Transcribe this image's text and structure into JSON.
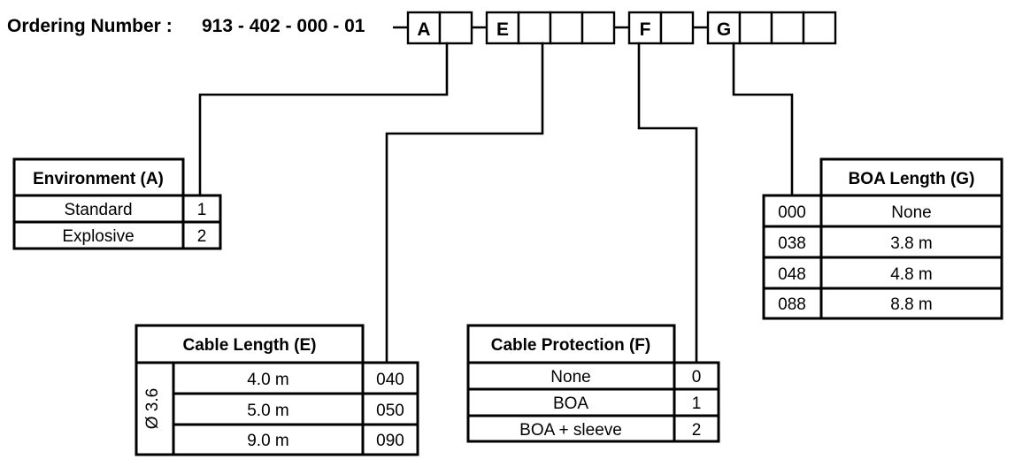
{
  "header": {
    "label": "Ordering Number :",
    "base_number": "913 - 402 - 000 - 01",
    "segments": [
      {
        "name": "A",
        "letter": "A",
        "extra_boxes": 1
      },
      {
        "name": "E",
        "letter": "E",
        "extra_boxes": 3
      },
      {
        "name": "F",
        "letter": "F",
        "extra_boxes": 1
      },
      {
        "name": "G",
        "letter": "G",
        "extra_boxes": 3
      }
    ]
  },
  "tables": {
    "environment": {
      "title": "Environment (A)",
      "code_side": "right",
      "rows": [
        {
          "label": "Standard",
          "code": "1"
        },
        {
          "label": "Explosive",
          "code": "2"
        }
      ]
    },
    "cable_length": {
      "title": "Cable Length (E)",
      "code_side": "right",
      "side_label": "Ø 3.6",
      "rows": [
        {
          "label": "4.0 m",
          "code": "040"
        },
        {
          "label": "5.0 m",
          "code": "050"
        },
        {
          "label": "9.0 m",
          "code": "090"
        }
      ]
    },
    "cable_protection": {
      "title": "Cable Protection (F)",
      "code_side": "right",
      "rows": [
        {
          "label": "None",
          "code": "0"
        },
        {
          "label": "BOA",
          "code": "1"
        },
        {
          "label": "BOA + sleeve",
          "code": "2"
        }
      ]
    },
    "boa_length": {
      "title": "BOA Length (G)",
      "code_side": "left",
      "rows": [
        {
          "code": "000",
          "label": "None"
        },
        {
          "code": "038",
          "label": "3.8 m"
        },
        {
          "code": "048",
          "label": "4.8 m"
        },
        {
          "code": "088",
          "label": "8.8 m"
        }
      ]
    }
  },
  "colors": {
    "line": "#000000",
    "background": "#ffffff",
    "text": "#000000"
  }
}
